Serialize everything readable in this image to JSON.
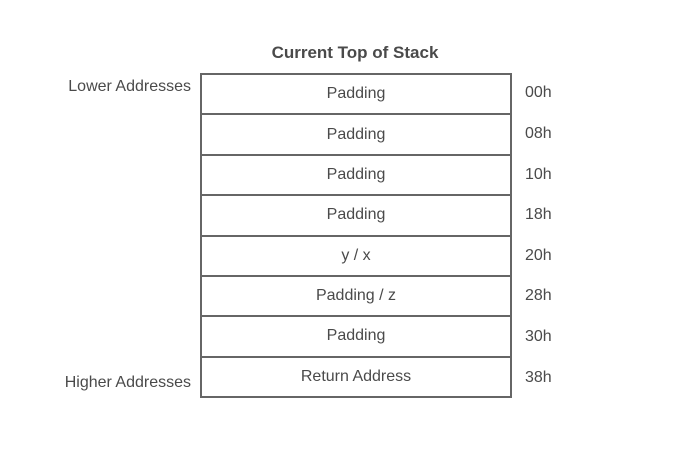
{
  "title": "Current Top of Stack",
  "lower_label": "Lower Addresses",
  "higher_label": "Higher Addresses",
  "cells": [
    {
      "label": "Padding",
      "offset": "00h"
    },
    {
      "label": "Padding",
      "offset": "08h"
    },
    {
      "label": "Padding",
      "offset": "10h"
    },
    {
      "label": "Padding",
      "offset": "18h"
    },
    {
      "label": "y / x",
      "offset": "20h"
    },
    {
      "label": "Padding / z",
      "offset": "28h"
    },
    {
      "label": "Padding",
      "offset": "30h"
    },
    {
      "label": "Return Address",
      "offset": "38h"
    }
  ],
  "colors": {
    "border": "#666666",
    "text": "#4a4a4a"
  }
}
